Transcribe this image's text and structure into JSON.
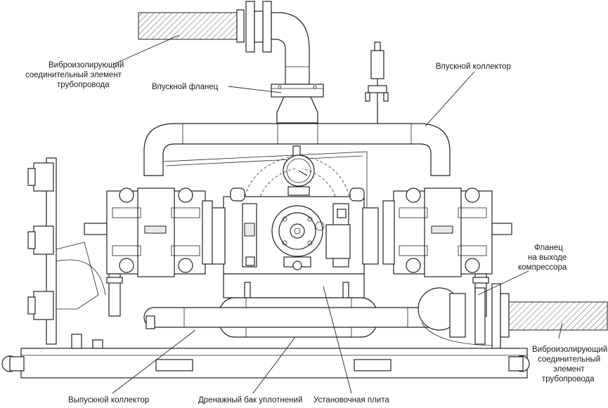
{
  "labels": {
    "vibro_top_l1": "Виброизолирующий",
    "vibro_top_l2": "соединительный элемент",
    "vibro_top_l3": "трубопровода",
    "inlet_flange": "Впускной фланец",
    "inlet_manifold": "Впускной коллектор",
    "outlet_flange_l1": "Фланец",
    "outlet_flange_l2": "на выходе",
    "outlet_flange_l3": "компрессора",
    "vibro_right_l1": "Виброизолирующий",
    "vibro_right_l2": "соединительный",
    "vibro_right_l3": "элемент",
    "vibro_right_l4": "трубопровода",
    "outlet_manifold": "Выпускной коллектор",
    "drain_tank": "Дренажный бак уплотнений",
    "base_plate": "Установочная плита"
  },
  "colors": {
    "stroke": "#222222",
    "background": "#ffffff"
  }
}
